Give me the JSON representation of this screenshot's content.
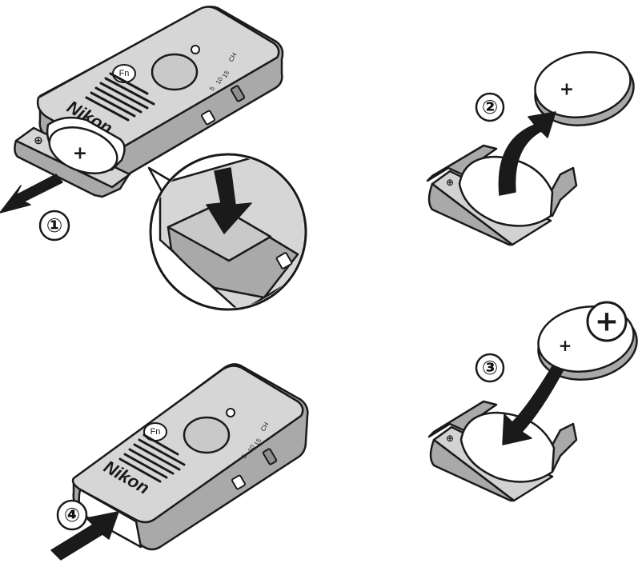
{
  "remote": {
    "brand": "Nikon",
    "fn_label": "Fn",
    "channel_label": "CH",
    "channel_values": [
      "15",
      "10",
      "5"
    ]
  },
  "battery": {
    "polarity_mark": "+",
    "tray_polarity_mark": "⊕"
  },
  "steps": {
    "step1": "①",
    "step2": "②",
    "step3": "③",
    "step4": "④"
  },
  "colors": {
    "ink": "#1a1a1a",
    "body": "#c9c9c9",
    "shadow": "#a9a9a9"
  }
}
